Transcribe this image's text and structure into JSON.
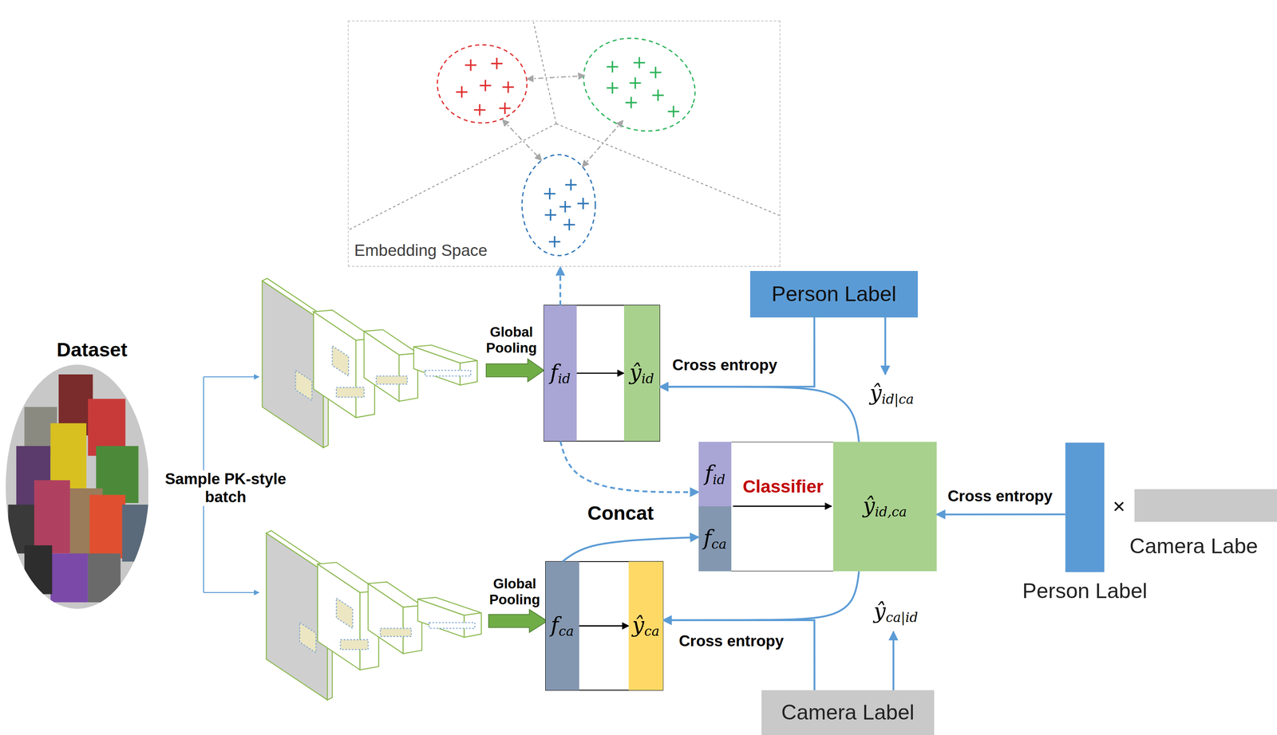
{
  "diagram": {
    "nodes": [
      {
        "text": [
          "Dataset"
        ]
      },
      {
        "text": [
          "Embedding Space"
        ]
      },
      {
        "text": [
          "Person Label"
        ]
      },
      {
        "text": [
          "fid"
        ]
      },
      {
        "text": [
          "ŷid"
        ]
      },
      {
        "text": [
          "Classifier"
        ]
      },
      {
        "text": [
          "fid"
        ],
        "in": 5
      },
      {
        "text": [
          "fca"
        ],
        "in": 5
      },
      {
        "text": [
          "ŷid,ca"
        ],
        "in": 5
      },
      {
        "text": [
          "Person Label"
        ]
      },
      {
        "text": [
          "Camera Labe"
        ]
      },
      {
        "text": [
          "fca"
        ]
      },
      {
        "text": [
          "ŷca"
        ]
      },
      {
        "text": [
          "Camera Label"
        ]
      }
    ],
    "edges": [
      {
        "from": 3,
        "to": 4,
        "arrow": "to"
      },
      {
        "from": 3,
        "to": 1,
        "arrow": "to"
      },
      {
        "from": 3,
        "to": 6,
        "arrow": "to"
      },
      {
        "from": 11,
        "to": 7,
        "arrow": "to"
      },
      {
        "from": 11,
        "to": 12,
        "arrow": "to"
      },
      {
        "from": 8,
        "to": 4,
        "arrow": "to"
      },
      {
        "from": 2,
        "to": 4,
        "arrow": "to"
      },
      {
        "from": 9,
        "to": 8,
        "arrow": "to"
      },
      {
        "from": 8,
        "to": 12,
        "arrow": "to"
      },
      {
        "from": 13,
        "to": 12,
        "arrow": "to"
      }
    ],
    "labels": [
      "Sample PK-style batch",
      "Global Pooling",
      "Global Pooling",
      "Cross entropy",
      "Cross entropy",
      "Cross entropy",
      "Concat",
      "×",
      "ŷid|ca",
      "ŷca|id"
    ]
  }
}
